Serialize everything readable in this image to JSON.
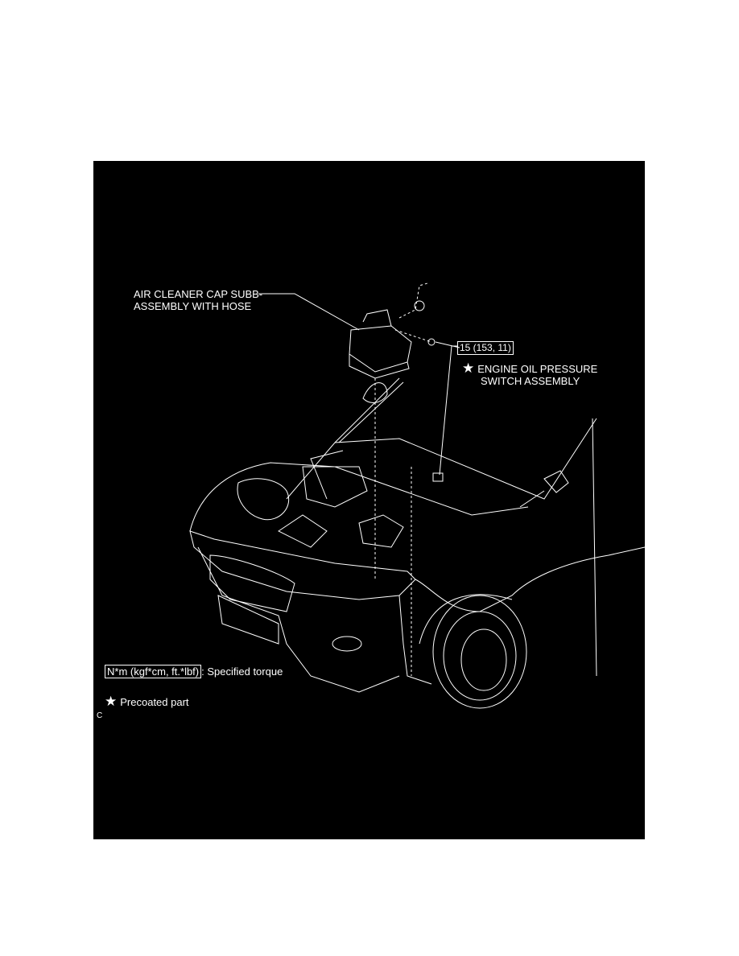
{
  "callouts": {
    "air_cleaner_line1": "AIR CLEANER CAP SUBB-",
    "air_cleaner_line2": "ASSEMBLY WITH HOSE",
    "torque_value": "15 (153, 11)",
    "oil_switch_line1": "ENGINE OIL PRESSURE",
    "oil_switch_line2": "SWITCH ASSEMBLY"
  },
  "legend": {
    "torque_unit": "N*m (kgf*cm, ft.*lbf)",
    "torque_desc": ": Specified torque",
    "precoated": "Precoated part",
    "code": "C"
  },
  "icons": {
    "star": "star-icon"
  },
  "colors": {
    "background": "#000000",
    "line": "#ffffff",
    "page": "#ffffff"
  }
}
